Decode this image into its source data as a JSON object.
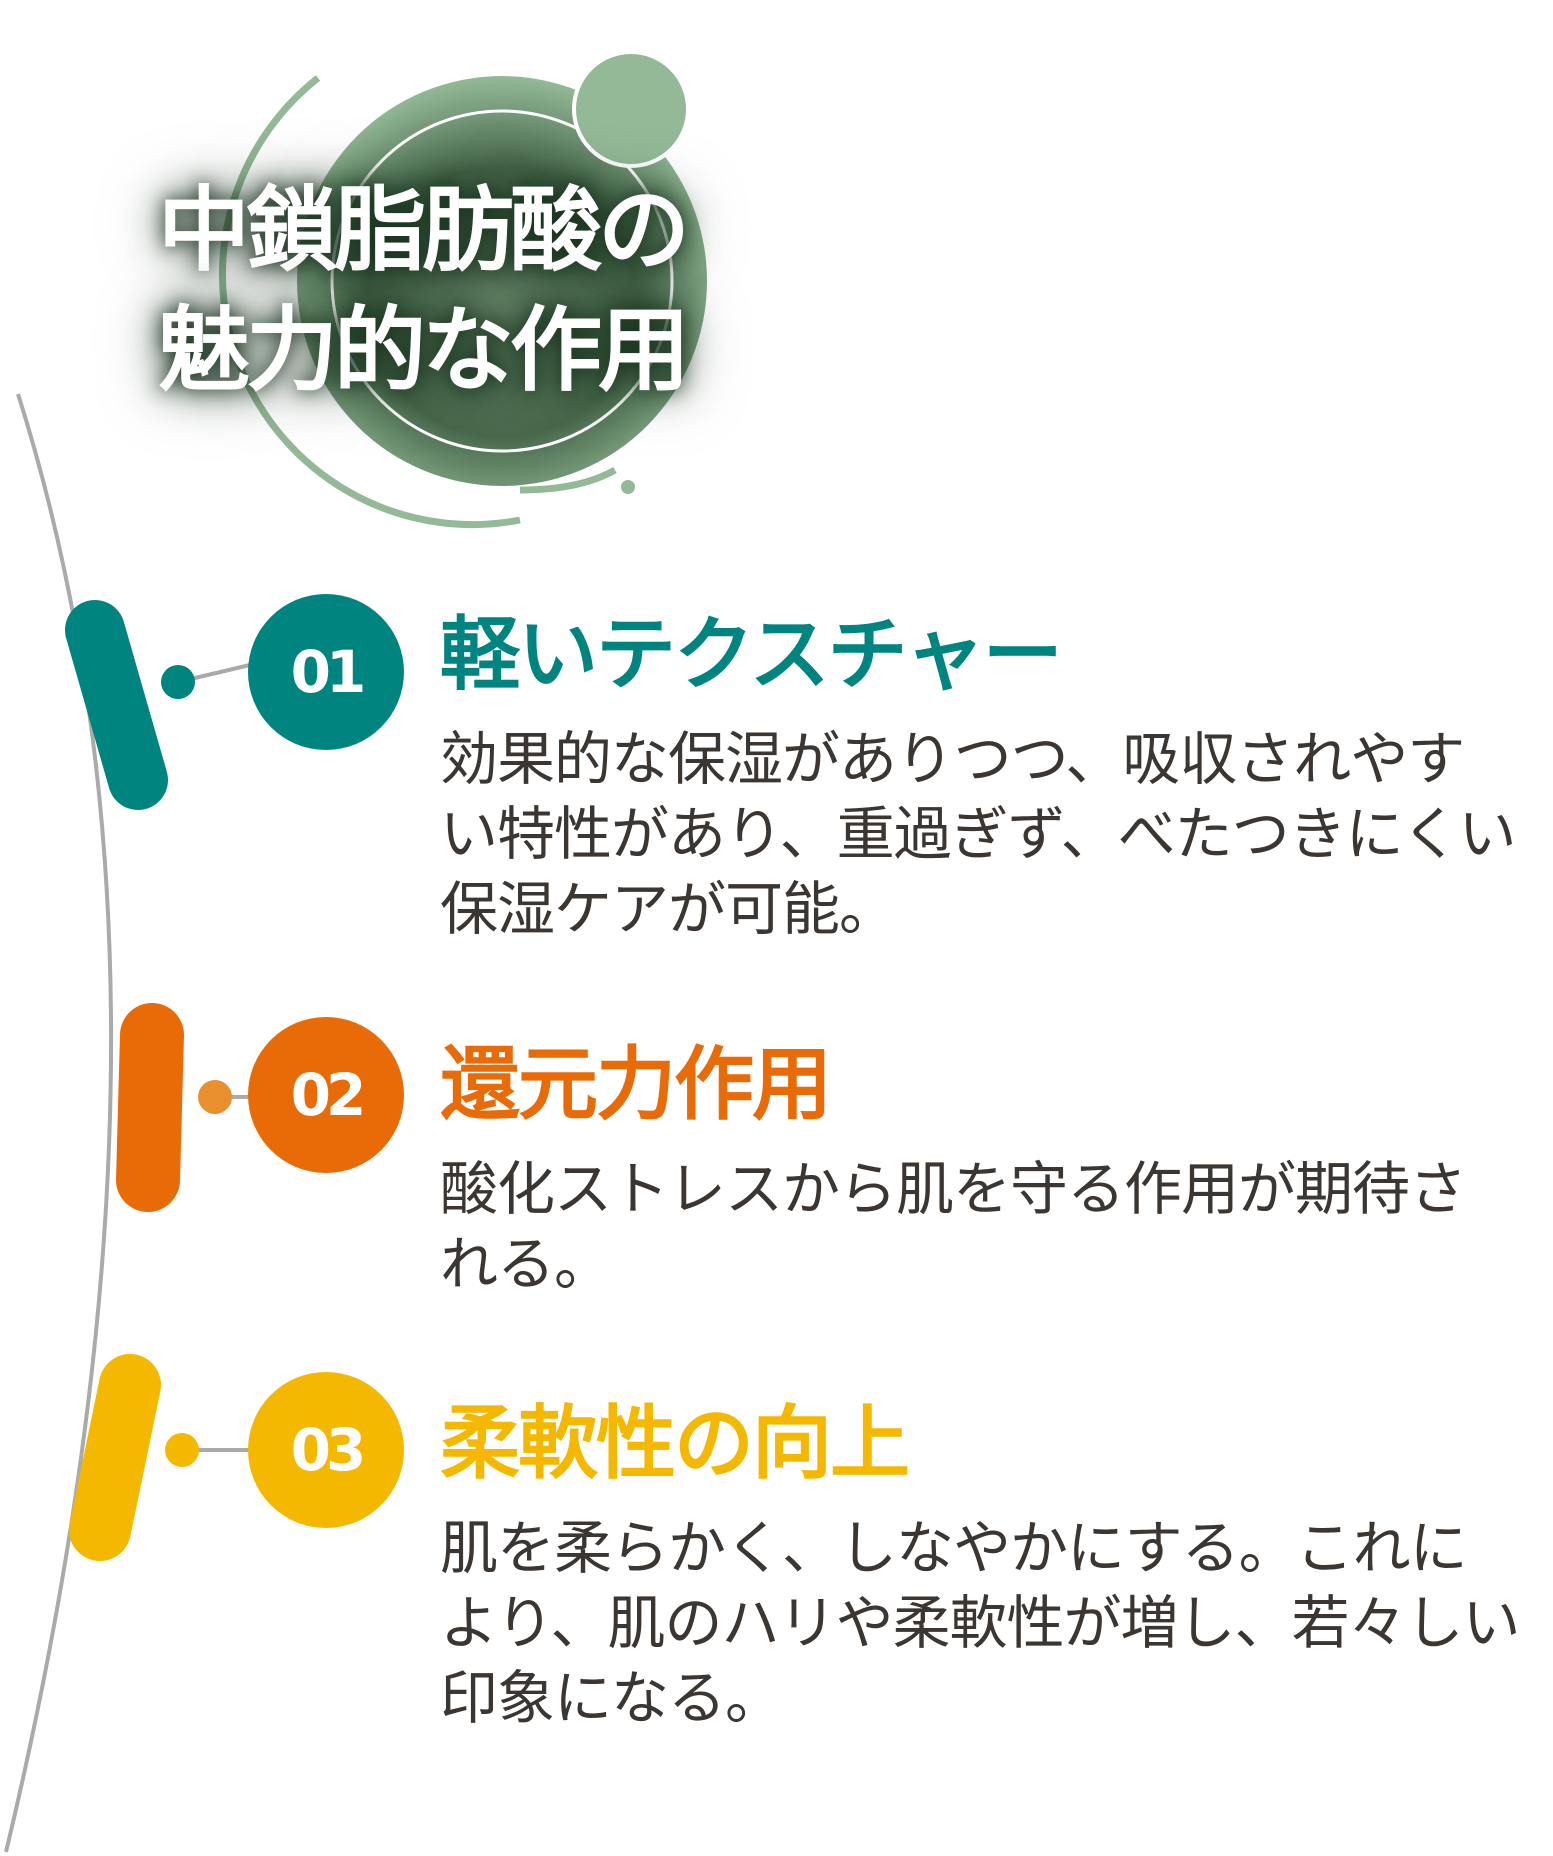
{
  "title": {
    "line1": "中鎖脂肪酸の",
    "line2": "魅力的な作用"
  },
  "colors": {
    "teal": "#008480",
    "orange": "#e96b08",
    "yellow": "#f5b800",
    "green": "#93b996",
    "text": "#3c3632"
  },
  "items": [
    {
      "number": "01",
      "heading": "軽いテクスチャー",
      "body": "効果的な保湿がありつつ、吸収されやすい特性があり、重過ぎず、べたつきにくい保湿ケアが可能。"
    },
    {
      "number": "02",
      "heading": "還元力作用",
      "body": "酸化ストレスから肌を守る作用が期待される。"
    },
    {
      "number": "03",
      "heading": "柔軟性の向上",
      "body": "肌を柔らかく、しなやかにする。これにより、肌のハリや柔軟性が増し、若々しい印象になる。"
    }
  ]
}
